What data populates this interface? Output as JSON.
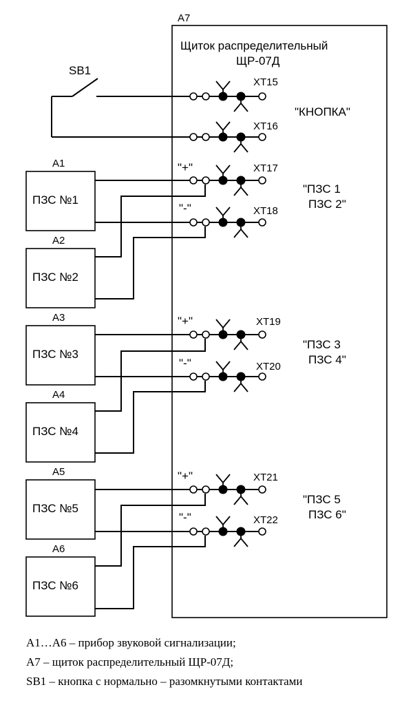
{
  "panel": {
    "ref": "A7",
    "title_line1": "Щиток распределительный",
    "title_line2": "ЩР-07Д"
  },
  "button": {
    "ref": "SB1"
  },
  "group_labels": {
    "button": "\"КНОПКА\"",
    "g1_line1": "\"ПЗС 1",
    "g1_line2": "ПЗС 2\"",
    "g2_line1": "\"ПЗС 3",
    "g2_line2": "ПЗС 4\"",
    "g3_line1": "\"ПЗС 5",
    "g3_line2": "ПЗС 6\""
  },
  "polarity": {
    "plus": "\"+\"",
    "minus": "\"-\""
  },
  "terminals": [
    "XT15",
    "XT16",
    "XT17",
    "XT18",
    "XT19",
    "XT20",
    "XT21",
    "XT22"
  ],
  "devices": [
    {
      "ref": "A1",
      "label": "ПЗС №1"
    },
    {
      "ref": "A2",
      "label": "ПЗС №2"
    },
    {
      "ref": "A3",
      "label": "ПЗС №3"
    },
    {
      "ref": "A4",
      "label": "ПЗС №4"
    },
    {
      "ref": "A5",
      "label": "ПЗС №5"
    },
    {
      "ref": "A6",
      "label": "ПЗС №6"
    }
  ],
  "legend": [
    "А1…А6 – прибор звуковой сигнализации;",
    "А7 – щиток распределительный ЩР-07Д;",
    "SB1 – кнопка с нормально – разомкнутыми контактами"
  ]
}
